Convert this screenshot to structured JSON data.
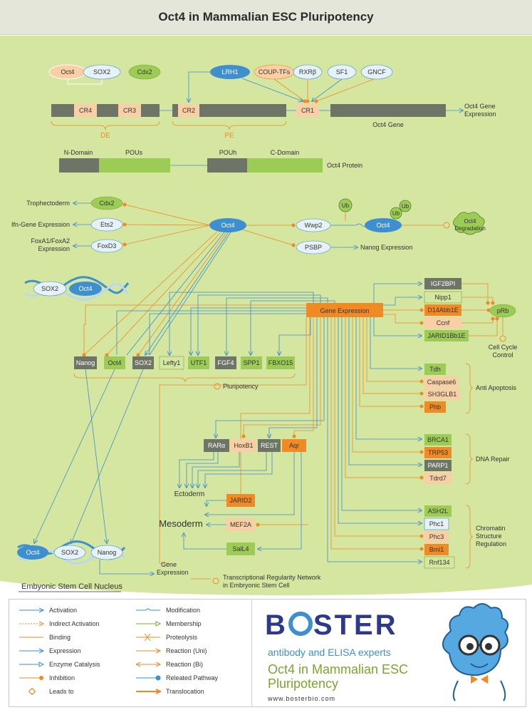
{
  "title": "Oct4 in Mammalian ESC Pluripotency",
  "nucleus_label": "Embyonic Stem Cell Nucleus",
  "colors": {
    "cell": "#d4e6a0",
    "green": "#9ccc56",
    "orange": "#f08a24",
    "blue": "#3d8fcf",
    "gray": "#6f7566",
    "peach": "#f9cfa6",
    "light_blue": "#e6f2f8"
  },
  "gene": {
    "regulators_top": [
      "LRH1",
      "COUP-TFs",
      "RXRβ",
      "SF1",
      "GNCF"
    ],
    "left_pair": [
      "Oct4",
      "SOX2"
    ],
    "cdx2_top": "Cdx2",
    "regions": [
      "CR4",
      "CR3",
      "CR2",
      "CR1"
    ],
    "de": "DE",
    "pe": "PE",
    "oct4_gene": "Oct4 Gene",
    "expression": "Oct4 Gene Expression"
  },
  "protein": {
    "n_domain": "N-Domain",
    "pous": "POUs",
    "pouh": "POUh",
    "c_domain": "C-Domain",
    "label": "Oct4 Protein"
  },
  "hub": {
    "oct4": "Oct4",
    "cdx2": "Cdx2",
    "ets2": "Ets2",
    "foxd3": "FoxD3",
    "trophectoderm": "Trophectoderm",
    "ifn": "Ifn-Gene Expression",
    "foxa": "FoxA1/FoxA2 Expression",
    "wwp2": "Wwp2",
    "ub": "Ub",
    "oct4_ub": "Oct4",
    "degradation": "Oct4 Degradation",
    "psbp": "PSBP",
    "nanog_expr": "Nanog Expression"
  },
  "dna1": [
    "SOX2",
    "Oct4"
  ],
  "gene_expression": "Gene Expression",
  "pluri_genes": [
    "Nanog",
    "Oct4",
    "SOX2",
    "Lefty1",
    "UTF1",
    "FGF4",
    "SPP1",
    "FBXO15"
  ],
  "pluripotency": "Pluripotency",
  "cell_cycle": {
    "genes": [
      "IGF2BPI",
      "Nipp1",
      "D14Abb1E",
      "Ccnf",
      "JARID1Bb1E"
    ],
    "prb": "pRb",
    "label": "Cell Cycle Control"
  },
  "anti_apoptosis": {
    "genes": [
      "Tdh",
      "Caspase6",
      "SH3GLB1",
      "Phb"
    ],
    "label": "Anti Apoptosis"
  },
  "dna_repair": {
    "genes": [
      "BRCA1",
      "TRP53",
      "PARP1",
      "Tdrd7"
    ],
    "label": "DNA Repair"
  },
  "chromatin": {
    "genes": [
      "ASH2L",
      "Phc1",
      "Phc3",
      "Bmi1",
      "Rnf134"
    ],
    "label": "Chromatin Structure Regulation"
  },
  "diff": {
    "genes": [
      "RARα",
      "HoxB1",
      "REST",
      "Aqr"
    ],
    "jarid2": "JARID2",
    "mef2a": "MEF2A",
    "sall4": "SalL4",
    "ectoderm": "Ectoderm",
    "mesoderm": "Mesoderm"
  },
  "dna2": [
    "Oct4",
    "SOX2",
    "Nanog"
  ],
  "gene_expr_bottom": "Gene Expression",
  "network": "Transcriptional Regularity Network in Embryonic Stem Cell",
  "legend": {
    "left": [
      "Activation",
      "Indirect Activation",
      "Binding",
      "Expression",
      "Enzyme Catalysis",
      "Inhibition",
      "Leads to"
    ],
    "right": [
      "Modification",
      "Membership",
      "Proteolysis",
      "Reaction (Uni)",
      "Reaction (Bi)",
      "Releated Pathway",
      "Translocation"
    ]
  },
  "brand": {
    "logo": "BOSTER",
    "tagline": "antibody and ELISA experts",
    "title": "Oct4 in Mammalian ESC Pluripotency",
    "site": "www.bosterbio.com"
  }
}
